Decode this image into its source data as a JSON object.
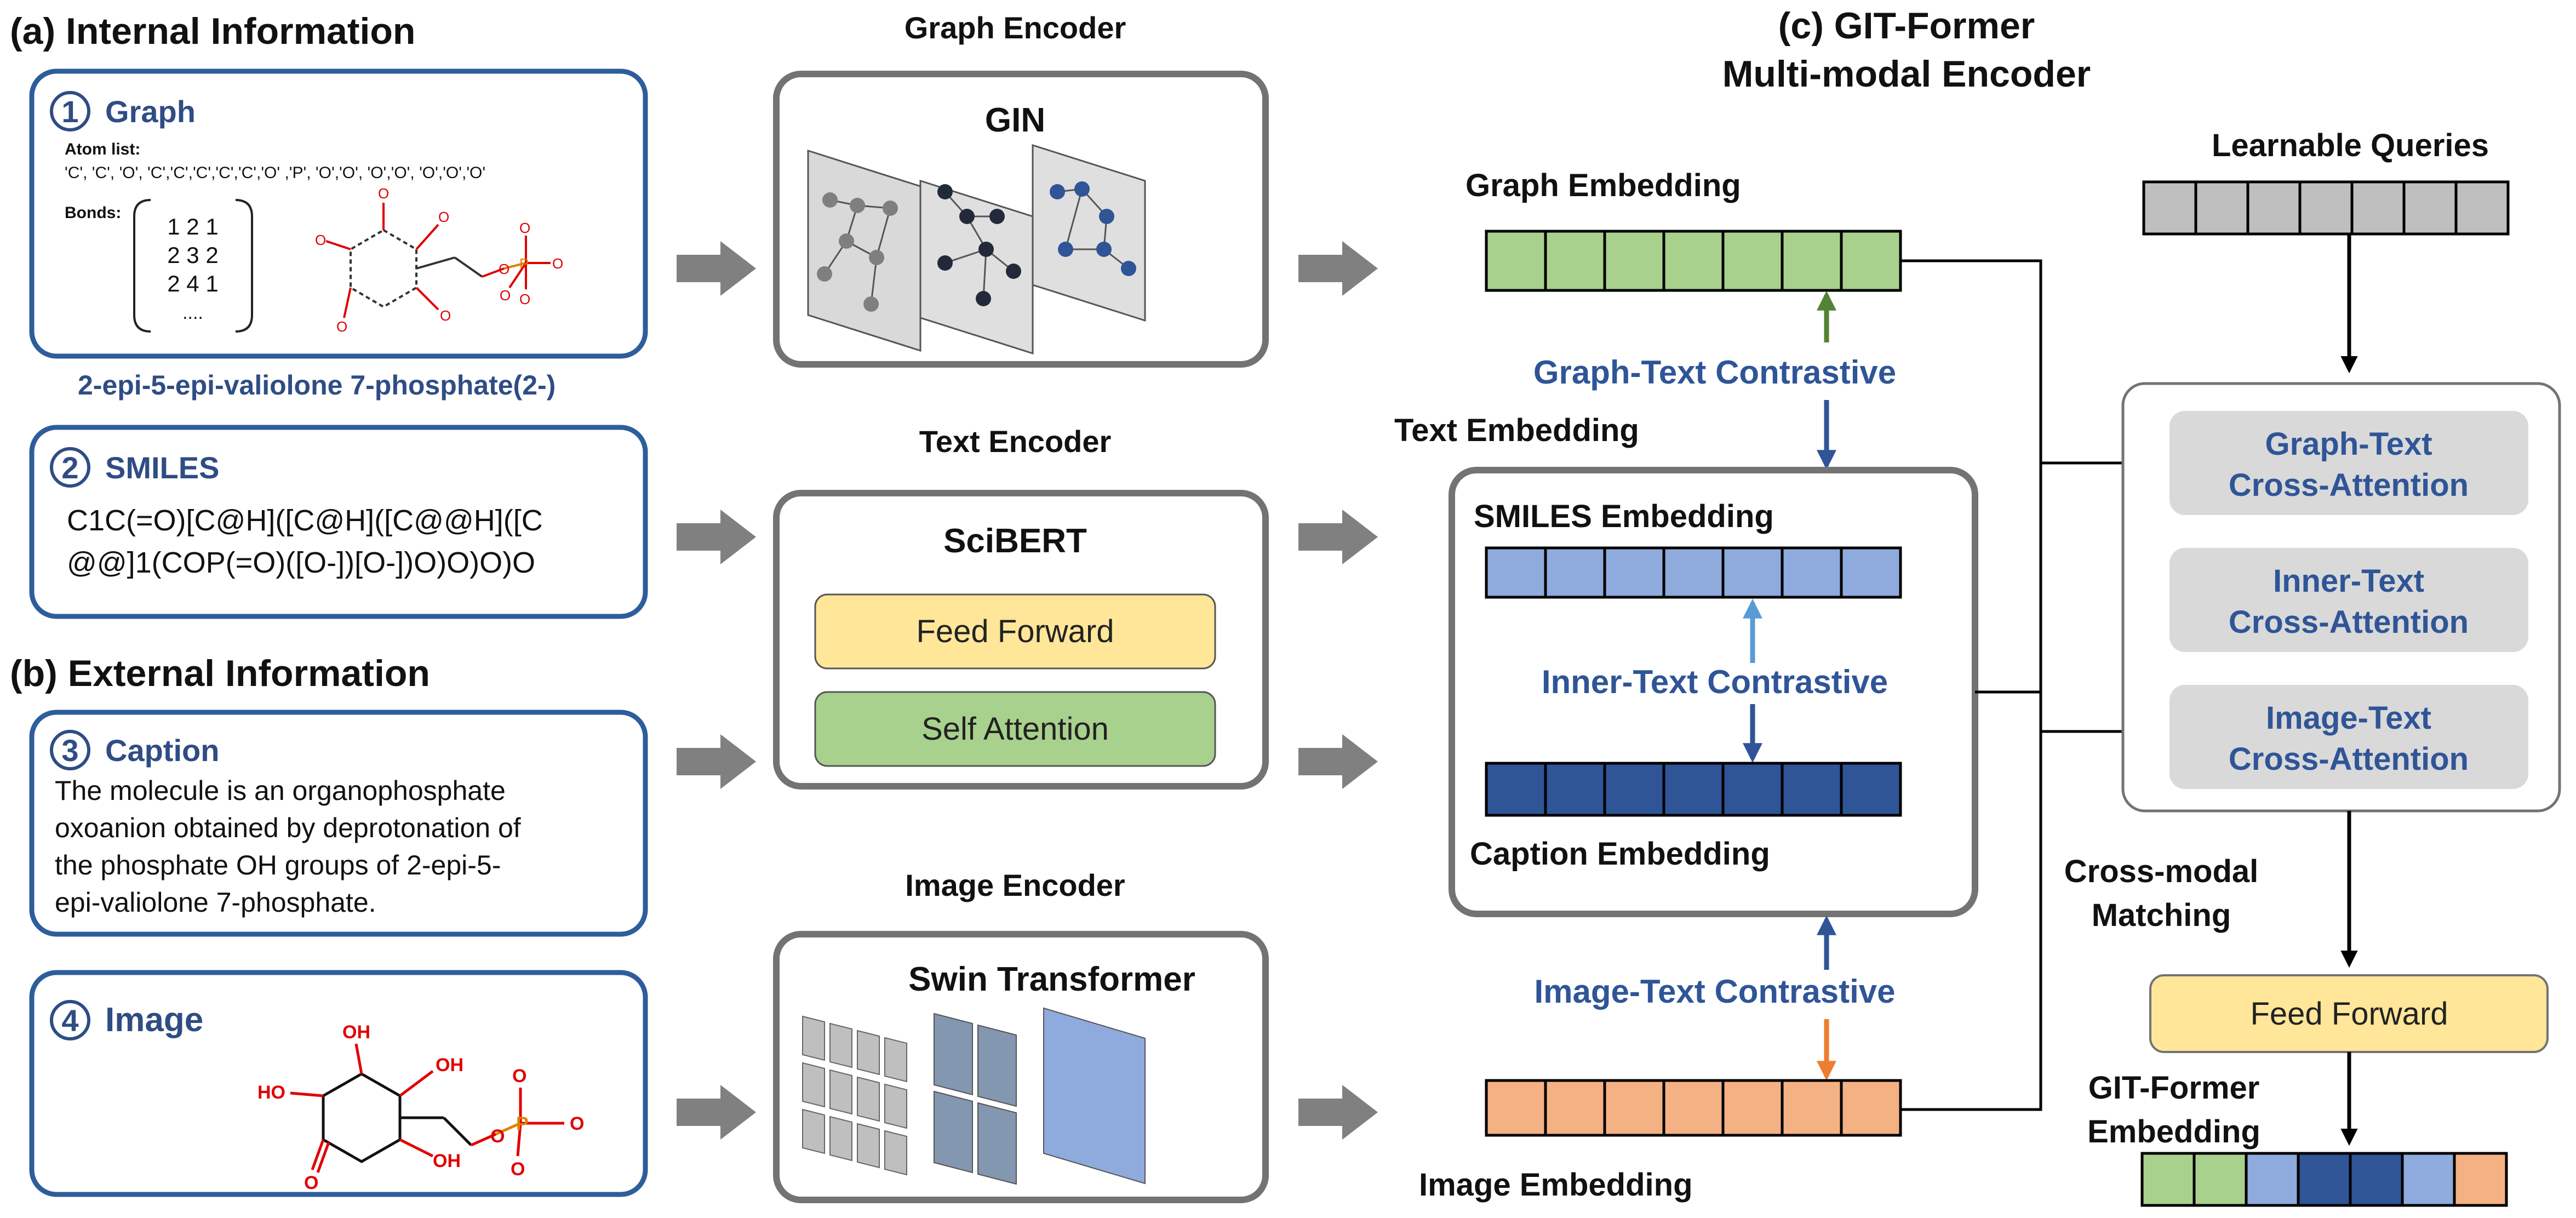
{
  "sections": {
    "internal": "(a) Internal Information",
    "external": "(b) External Information",
    "gitformer_line1": "(c) GIT-Former",
    "gitformer_line2": "Multi-modal Encoder"
  },
  "inputs": {
    "graph": {
      "num": "1",
      "title": "Graph",
      "atom_list_label": "Atom list:",
      "atom_list": "'C', 'C', 'O', 'C','C','C','C','C','O' ,'P', 'O','O', 'O','O', 'O','O','O'",
      "bonds_label": "Bonds:",
      "bonds_rows": [
        "1 2 1",
        "2 3 2",
        "2 4 1",
        "...."
      ],
      "molecule_name": "2-epi-5-epi-valiolone 7-phosphate(2-)"
    },
    "smiles": {
      "num": "2",
      "title": "SMILES",
      "line1": "C1C(=O)[C@H]([C@H]([C@@H]([C",
      "line2": "@@]1(COP(=O)([O-])[O-])O)O)O)O"
    },
    "caption": {
      "num": "3",
      "title": "Caption",
      "lines": [
        "The molecule is an organophosphate",
        "oxoanion obtained by deprotonation of",
        "the phosphate OH groups of 2-epi-5-",
        "epi-valiolone 7-phosphate."
      ]
    },
    "image": {
      "num": "4",
      "title": "Image"
    }
  },
  "encoders": {
    "graph": {
      "title": "Graph Encoder",
      "model": "GIN"
    },
    "text": {
      "title": "Text Encoder",
      "model": "SciBERT",
      "ff": "Feed Forward",
      "sa": "Self Attention"
    },
    "image": {
      "title": "Image Encoder",
      "model": "Swin Transformer"
    }
  },
  "embeddings": {
    "graph": "Graph Embedding",
    "text": "Text Embedding",
    "smiles": "SMILES Embedding",
    "caption": "Caption Embedding",
    "image": "Image Embedding"
  },
  "contrastive": {
    "graph_text": "Graph-Text Contrastive",
    "inner_text": "Inner-Text Contrastive",
    "image_text": "Image-Text Contrastive"
  },
  "gitformer": {
    "queries": "Learnable Queries",
    "attn": [
      {
        "line1": "Graph-Text",
        "line2": "Cross-Attention"
      },
      {
        "line1": "Inner-Text",
        "line2": "Cross-Attention"
      },
      {
        "line1": "Image-Text",
        "line2": "Cross-Attention"
      }
    ],
    "matching_line1": "Cross-modal",
    "matching_line2": "Matching",
    "ff": "Feed Forward",
    "output_line1": "GIT-Former",
    "output_line2": "Embedding"
  },
  "colors": {
    "graph": "#a9d18e",
    "smiles": "#8faadc",
    "caption": "#2f5597",
    "image": "#f4b183",
    "query": "#bfbfbf",
    "accent_blue": "#2f5597",
    "arrow_green": "#548235",
    "arrow_orange": "#ed7d31",
    "arrow_light": "#5b9bd5"
  }
}
